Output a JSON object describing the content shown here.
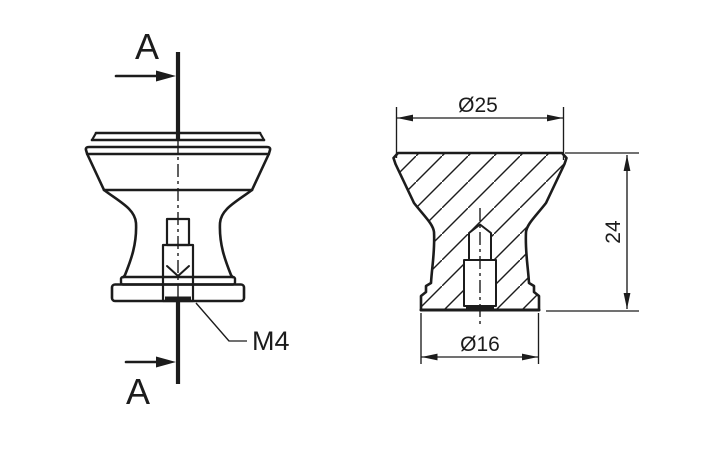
{
  "drawing": {
    "background_color": "#ffffff",
    "line_color": "#1c1c1c",
    "front_view": {
      "section_label_top": "A",
      "section_label_bottom": "A",
      "thread_callout": "M4"
    },
    "section_view": {
      "top_diameter_dim": "Ø25",
      "height_dim": "24",
      "base_diameter_dim": "Ø16"
    }
  }
}
